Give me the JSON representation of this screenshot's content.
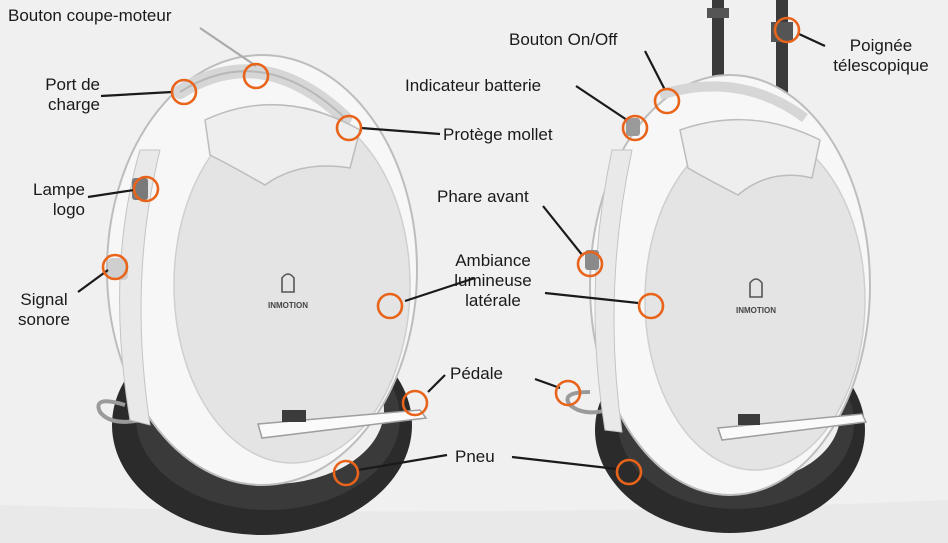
{
  "colors": {
    "background": "#f0f0f0",
    "callout_ring": "#e8641a",
    "leader_line": "#1a1a1a",
    "shell": "#e6e6e6",
    "tire": "#2a2a2a"
  },
  "brand": {
    "logo_text": "INMOTION"
  },
  "labels": {
    "bouton_coupe_moteur": "Bouton coupe-moteur",
    "port_de_charge_l1": "Port de",
    "port_de_charge_l2": "charge",
    "lampe_logo_l1": "Lampe",
    "lampe_logo_l2": "logo",
    "signal_sonore_l1": "Signal",
    "signal_sonore_l2": "sonore",
    "protege_mollet": "Protège mollet",
    "bouton_on_off": "Bouton On/Off",
    "indicateur_batterie": "Indicateur batterie",
    "poignee_l1": "Poignée",
    "poignee_l2": "télescopique",
    "phare_avant": "Phare avant",
    "ambiance_l1": "Ambiance",
    "ambiance_l2": "lumineuse",
    "ambiance_l3": "latérale",
    "pedale": "Pédale",
    "pneu": "Pneu"
  }
}
